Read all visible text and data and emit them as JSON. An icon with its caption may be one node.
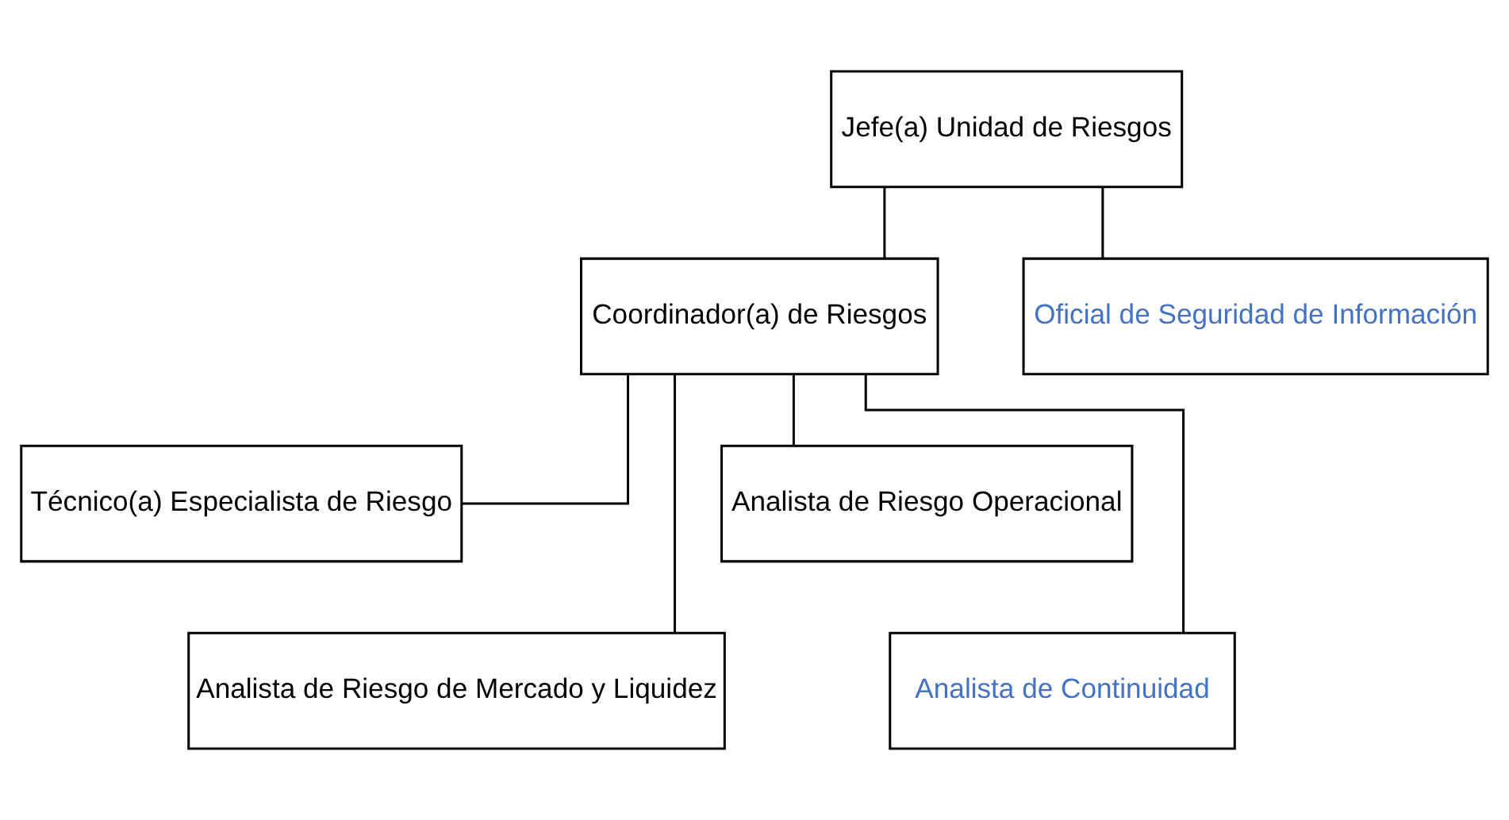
{
  "diagram": {
    "nodes": [
      {
        "text": [
          "Jefe(a) Unidad de Riesgos"
        ]
      },
      {
        "text": [
          "Coordinador(a) de Riesgos"
        ]
      },
      {
        "text": [
          "Oficial de Seguridad de Información"
        ]
      },
      {
        "text": [
          "Técnico(a) Especialista de Riesgo"
        ]
      },
      {
        "text": [
          "Analista de Riesgo Operacional"
        ]
      },
      {
        "text": [
          "Analista de Riesgo de Mercado y Liquidez"
        ]
      },
      {
        "text": [
          "Analista de Continuidad"
        ]
      }
    ],
    "edges": [
      {
        "from": 0,
        "to": 1,
        "arrow": "none"
      },
      {
        "from": 0,
        "to": 2,
        "arrow": "none"
      },
      {
        "from": 1,
        "to": 3,
        "arrow": "none"
      },
      {
        "from": 1,
        "to": 4,
        "arrow": "none"
      },
      {
        "from": 1,
        "to": 5,
        "arrow": "none"
      },
      {
        "from": 1,
        "to": 6,
        "arrow": "none"
      }
    ]
  }
}
